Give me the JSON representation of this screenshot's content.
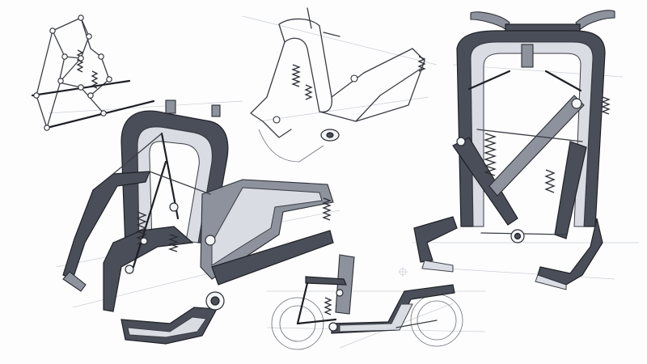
{
  "artwork": {
    "kind": "pencil-concept-sketch",
    "palette": {
      "ink": "#2a2d33",
      "shade": "#4a4e58",
      "midtone": "#8d929c",
      "paper": "#fdfdfd",
      "construction": "#c9ced6"
    },
    "views": [
      {
        "name": "linkage-schematic"
      },
      {
        "name": "frame-perspective-front"
      },
      {
        "name": "frame-perspective-top"
      },
      {
        "name": "frame-front-elevation"
      },
      {
        "name": "scooter-side-elevation"
      }
    ]
  }
}
